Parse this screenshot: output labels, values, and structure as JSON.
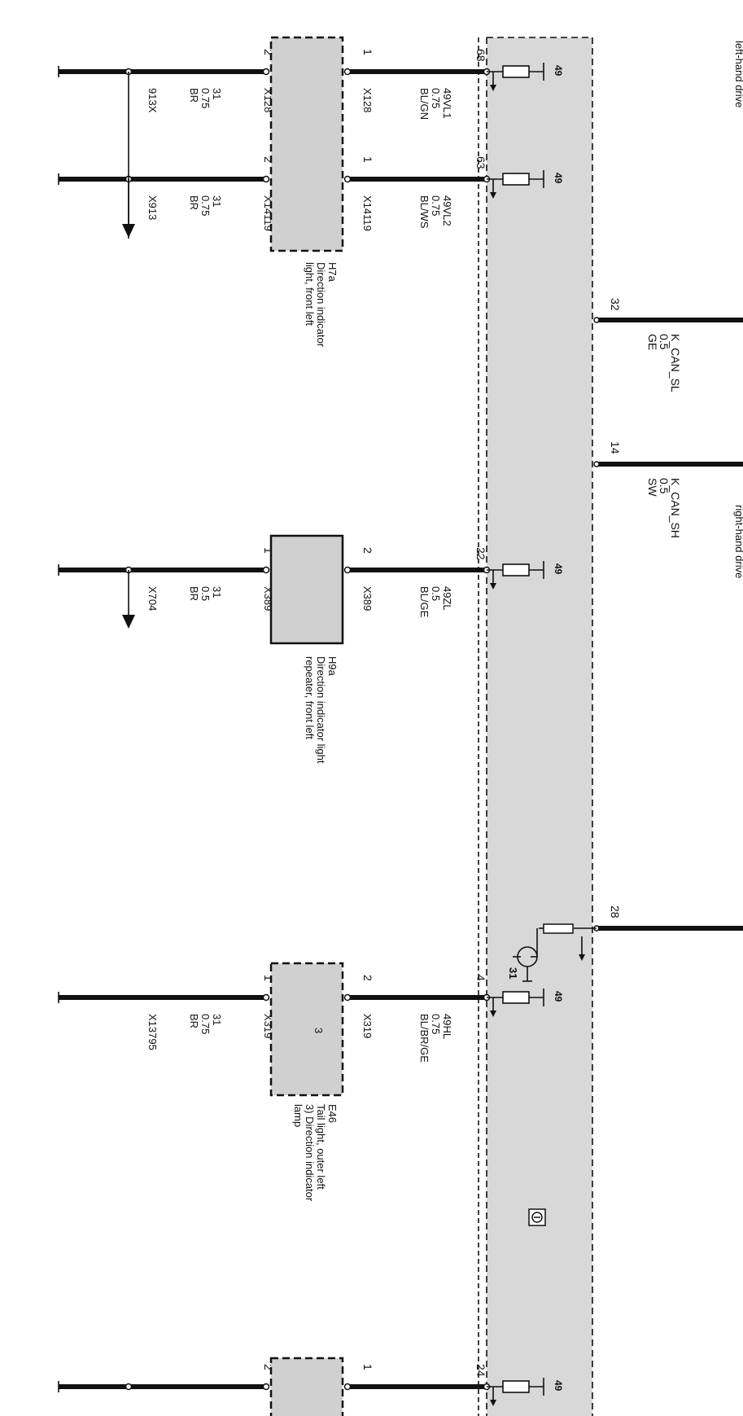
{
  "colors": {
    "module_fill": "#d8d8d8",
    "component_fill": "#d0d0d0",
    "wire": "#111111",
    "background": "#ffffff"
  },
  "header": {
    "left_hand_drive": "left-hand drive",
    "right_hand_drive": "right-hand drive"
  },
  "can_lines": [
    {
      "pin": "32",
      "name": "K_CAN_SL",
      "size": "0.5",
      "color": "GE"
    },
    {
      "pin": "14",
      "name": "K_CAN_SH",
      "size": "0.5",
      "color": "SW"
    },
    {
      "pin": "28",
      "name": "",
      "size": "",
      "color": ""
    }
  ],
  "transistor_label": "31",
  "module_symbol": "chip-icon",
  "circuits": [
    {
      "module_pin": "68",
      "fuse": "49",
      "signal": "49VL1",
      "size": "0.75",
      "color": "BL/GN",
      "conn_right": "X128",
      "pin_right": "1",
      "conn_left": "X128",
      "pin_left": "2",
      "ground_signal": "31",
      "ground_size": "0.75",
      "ground_color": "BR",
      "ground_ref": "913X"
    },
    {
      "module_pin": "63",
      "fuse": "49",
      "signal": "49VL2",
      "size": "0.75",
      "color": "BL/WS",
      "conn_right": "X14119",
      "pin_right": "1",
      "conn_left": "X14119",
      "pin_left": "2",
      "ground_signal": "31",
      "ground_size": "0.75",
      "ground_color": "BR",
      "ground_ref": "X913"
    },
    {
      "module_pin": "22",
      "fuse": "49",
      "signal": "49ZL",
      "size": "0.5",
      "color": "BL/GE",
      "conn_right": "X389",
      "pin_right": "2",
      "conn_left": "X389",
      "pin_left": "1",
      "ground_signal": "31",
      "ground_size": "0.5",
      "ground_color": "BR",
      "ground_ref": "X704"
    },
    {
      "module_pin": "4",
      "fuse": "49",
      "signal": "49HL",
      "size": "0.75",
      "color": "BL/BR/GE",
      "conn_right": "X319",
      "pin_right": "2",
      "conn_left": "X319",
      "pin_left": "1",
      "ground_signal": "31",
      "ground_size": "0.75",
      "ground_color": "BR",
      "ground_ref": "X13795"
    },
    {
      "module_pin": "24",
      "fuse": "49",
      "signal": "",
      "size": "",
      "color": "",
      "conn_right": "",
      "pin_right": "1",
      "conn_left": "",
      "pin_left": "2",
      "ground_signal": "",
      "ground_size": "",
      "ground_color": "",
      "ground_ref": ""
    }
  ],
  "components": [
    {
      "code": "H7a",
      "desc_1": "Direction indicator",
      "desc_2": "light, front left",
      "desc_3": ""
    },
    {
      "code": "H9a",
      "desc_1": "Direction indicator light",
      "desc_2": "repeater, front left",
      "desc_3": ""
    },
    {
      "code": "E46",
      "desc_1": "Tail light, outer left",
      "desc_2": "3) Direction indicator",
      "desc_3": "lamp",
      "lamp_index": "3"
    }
  ]
}
